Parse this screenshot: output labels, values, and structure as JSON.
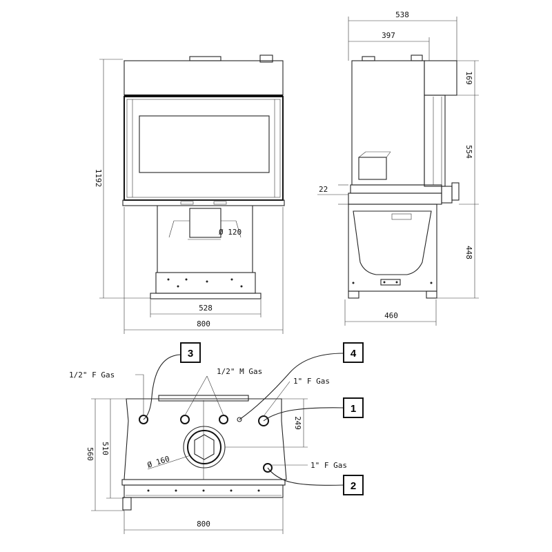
{
  "front_view": {
    "dims": {
      "total_height": "1192",
      "flue_diameter": "Ø 120",
      "base_width": "528",
      "total_width": "800"
    }
  },
  "side_view": {
    "dims": {
      "total_depth": "538",
      "upper_depth": "397",
      "top_height": "169",
      "body_height": "554",
      "gap": "22",
      "base_height": "448",
      "base_depth": "460"
    }
  },
  "top_view": {
    "dims": {
      "outer_depth": "560",
      "inner_depth": "510",
      "connection_offset": "249",
      "flue_diameter": "Ø 160",
      "width": "800"
    },
    "gas_labels": {
      "c3": "1/2\" F Gas",
      "c4": "1/2\" M Gas",
      "c1": "1\" F Gas",
      "c2": "1\" F Gas"
    },
    "callouts": [
      "3",
      "4",
      "1",
      "2"
    ]
  }
}
